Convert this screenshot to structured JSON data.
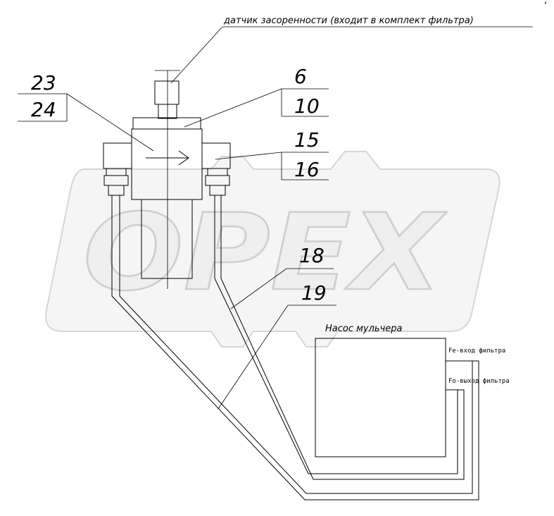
{
  "watermark": {
    "logo_text": "OPEX"
  },
  "sensor_label": "датчик засоренности (входит в комплект фильтра)",
  "pump_label": "Насос мульчера",
  "port_in_label": "Fe-вход фильтра",
  "port_out_label": "Fo-выход фильтра",
  "callouts": {
    "top_left_upper": "23",
    "top_left_lower": "24",
    "right_upper_a": "6",
    "right_lower_a": "10",
    "right_upper_b": "15",
    "right_lower_b": "16",
    "hose_a": "18",
    "hose_b": "19"
  },
  "corner_mark": "ʻ"
}
